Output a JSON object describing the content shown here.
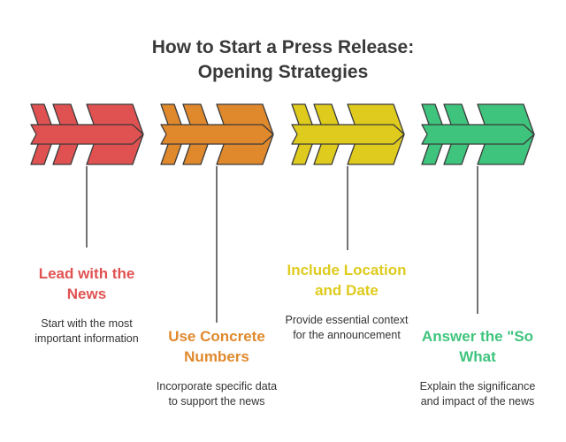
{
  "title_line1": "How to Start a Press Release:",
  "title_line2": "Opening Strategies",
  "steps": [
    {
      "title": "Lead with the News",
      "desc": "Start with the most important information",
      "color": "#e05252"
    },
    {
      "title": "Use Concrete Numbers",
      "desc": "Incorporate specific data to support the news",
      "color": "#e0892c"
    },
    {
      "title": "Include Location and Date",
      "desc": "Provide essential context for the announcement",
      "color": "#dfcb1d"
    },
    {
      "title": "Answer the \"So What",
      "desc": "Explain the significance and impact of the news",
      "color": "#3ec47d"
    }
  ]
}
